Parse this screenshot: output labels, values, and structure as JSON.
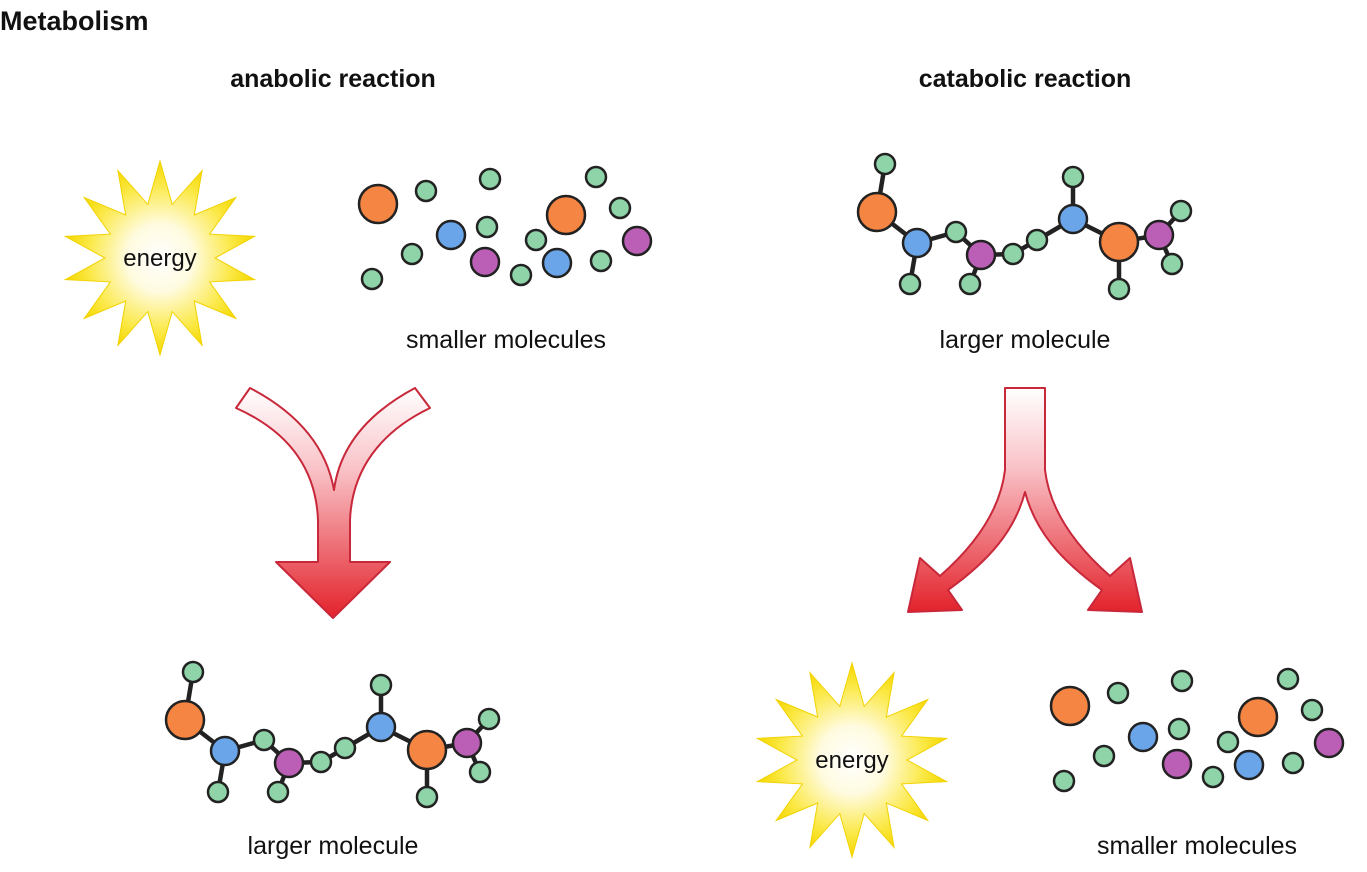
{
  "title": "Metabolism",
  "anabolic": {
    "heading": "anabolic reaction",
    "energy_label": "energy",
    "input_label": "smaller molecules",
    "output_label": "larger molecule"
  },
  "catabolic": {
    "heading": "catabolic reaction",
    "input_label": "larger molecule",
    "energy_label": "energy",
    "output_label": "smaller molecules"
  },
  "colors": {
    "orange": "#f58543",
    "blue": "#6aa5ea",
    "purple": "#bb5fb6",
    "green": "#8fd4a8",
    "arrow_top": "#fde6ea",
    "arrow_bottom": "#e4262c",
    "star_center": "#ffffff",
    "star_edge": "#f7e000"
  }
}
